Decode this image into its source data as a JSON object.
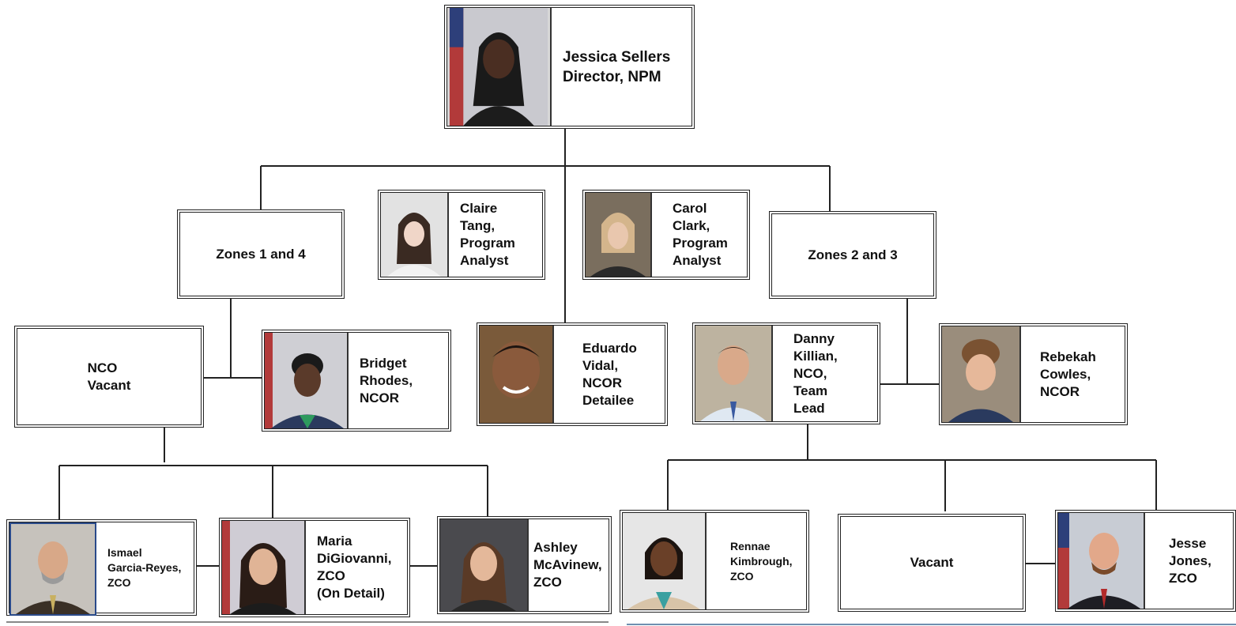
{
  "colors": {
    "line": "#222222",
    "box_border": "#222222",
    "photo_bg": "#d8d8d8"
  },
  "chart": {
    "director": {
      "name": "Jessica Sellers",
      "title": "Director, NPM",
      "photo": "director-photo-icon"
    },
    "zone_14": {
      "label": "Zones 1 and 4"
    },
    "zone_23": {
      "label": "Zones 2 and 3"
    },
    "claire": {
      "text": "Claire\nTang,\nProgram\nAnalyst",
      "photo": "staff-photo-icon"
    },
    "carol": {
      "text": "Carol\nClark,\nProgram\nAnalyst",
      "photo": "staff-photo-icon"
    },
    "nco_vacant": {
      "text": "NCO\nVacant"
    },
    "bridget": {
      "text": "Bridget\nRhodes,\nNCOR",
      "photo": "staff-photo-icon"
    },
    "eduardo": {
      "text": "Eduardo\nVidal,\nNCOR\nDetailee",
      "photo": "staff-photo-icon"
    },
    "danny": {
      "text": "Danny\nKillian,\nNCO,\nTeam\nLead",
      "photo": "staff-photo-icon"
    },
    "rebekah": {
      "text": "Rebekah\nCowles,\nNCOR",
      "photo": "staff-photo-icon"
    },
    "ismael": {
      "text": "Ismael\nGarcia-Reyes,\nZCO",
      "photo": "staff-photo-icon"
    },
    "maria": {
      "text": "Maria\nDiGiovanni,\nZCO\n(On Detail)",
      "photo": "staff-photo-icon"
    },
    "ashley": {
      "text": "Ashley\nMcAvinew,\nZCO",
      "photo": "staff-photo-icon"
    },
    "rennae": {
      "text": "Rennae\nKimbrough,\nZCO",
      "photo": "staff-photo-icon"
    },
    "vacant_2": {
      "text": "Vacant"
    },
    "jesse": {
      "text": "Jesse\nJones,\nZCO",
      "photo": "staff-photo-icon"
    }
  }
}
